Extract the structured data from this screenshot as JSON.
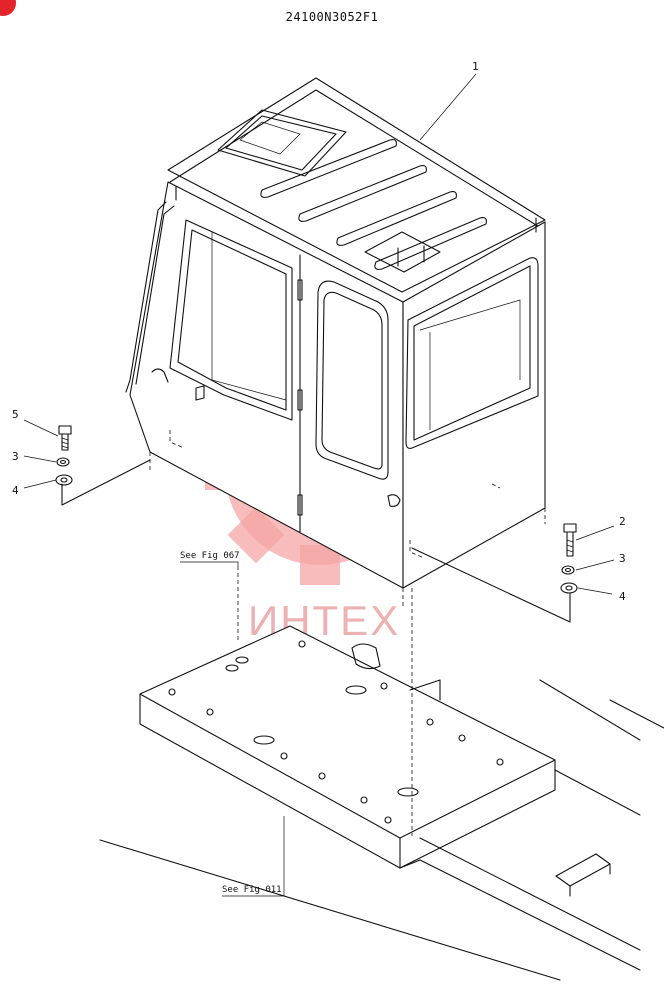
{
  "drawing": {
    "number": "24100N3052F1",
    "callouts": [
      {
        "id": "c1",
        "label": "1"
      },
      {
        "id": "c2",
        "label": "2"
      },
      {
        "id": "c3a",
        "label": "3"
      },
      {
        "id": "c3b",
        "label": "3"
      },
      {
        "id": "c4a",
        "label": "4"
      },
      {
        "id": "c4b",
        "label": "4"
      },
      {
        "id": "c5",
        "label": "5"
      }
    ],
    "references": {
      "upper": "See Fig 067",
      "lower": "See Fig 011"
    }
  },
  "watermark": {
    "text": "ИНТЕХ",
    "color": "#f6a6a6"
  },
  "accent": "#e3242b"
}
